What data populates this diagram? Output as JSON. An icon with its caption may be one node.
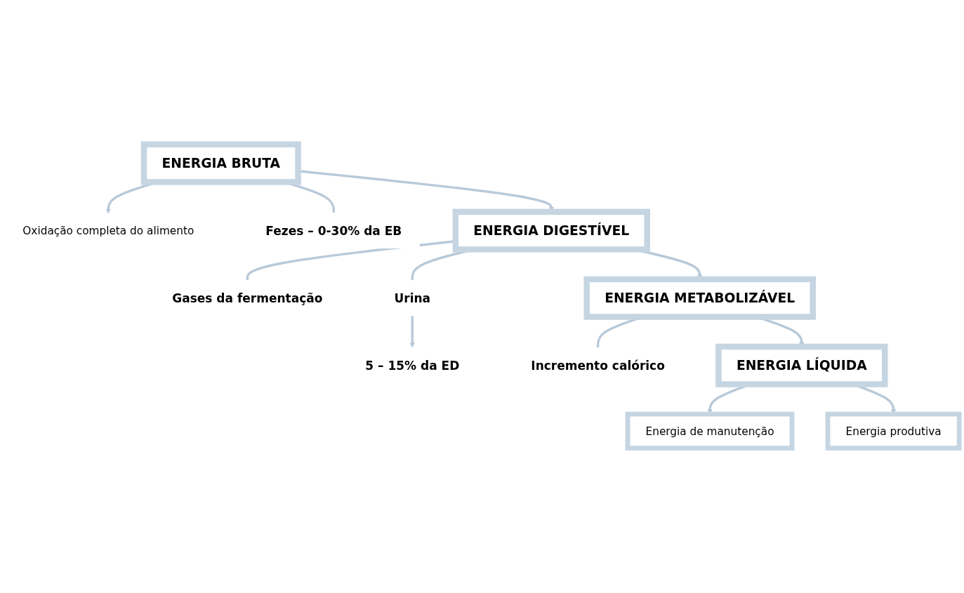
{
  "diagram": {
    "nodes": [
      {
        "text": [
          "ENERGIA BRUTA"
        ]
      },
      {
        "text": [
          "Oxidação completa do alimento"
        ]
      },
      {
        "text": [
          "Fezes – 0-30% da EB"
        ]
      },
      {
        "text": [
          "ENERGIA DIGESTÍVEL"
        ]
      },
      {
        "text": [
          "Gases da fermentação"
        ]
      },
      {
        "text": [
          "Urina"
        ]
      },
      {
        "text": [
          "5 – 15% da ED"
        ]
      },
      {
        "text": [
          "ENERGIA METABOLIZÁVEL"
        ]
      },
      {
        "text": [
          "Incremento calórico"
        ]
      },
      {
        "text": [
          "ENERGIA LÍQUIDA"
        ]
      },
      {
        "text": [
          "Energia de manutenção"
        ]
      },
      {
        "text": [
          "Energia produtiva"
        ]
      }
    ],
    "edges": [
      {
        "from": 0,
        "to": 3,
        "arrow": "to"
      },
      {
        "from": 3,
        "to": 7,
        "arrow": "to"
      },
      {
        "from": 7,
        "to": 9,
        "arrow": "to"
      },
      {
        "from": 0,
        "to": 1,
        "arrow": "to"
      },
      {
        "from": 0,
        "to": 2,
        "arrow": "none"
      },
      {
        "from": 3,
        "to": 4,
        "arrow": "none"
      },
      {
        "from": 3,
        "to": 5,
        "arrow": "none"
      },
      {
        "from": 5,
        "to": 6,
        "arrow": "to"
      },
      {
        "from": 7,
        "to": 8,
        "arrow": "none"
      },
      {
        "from": 9,
        "to": 10,
        "arrow": "to"
      },
      {
        "from": 9,
        "to": 11,
        "arrow": "to"
      }
    ]
  }
}
